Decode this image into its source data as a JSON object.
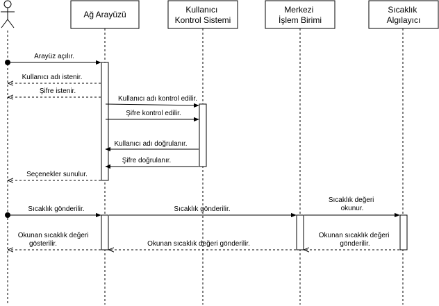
{
  "participants": [
    {
      "id": "actor",
      "label": ""
    },
    {
      "id": "web",
      "label": "Ağ Arayüzü"
    },
    {
      "id": "auth",
      "label": "Kullanıcı Kontrol Sistemi"
    },
    {
      "id": "cpu",
      "label": "Merkezi İşlem Birimi"
    },
    {
      "id": "sensor",
      "label": "Sıcaklık Algılayıcı"
    }
  ],
  "messages": [
    {
      "id": "m1",
      "text": "Arayüz açılır.",
      "from": "actor",
      "to": "web",
      "kind": "call"
    },
    {
      "id": "m2",
      "text": "Kullanıcı adı istenir.",
      "from": "web",
      "to": "actor",
      "kind": "return"
    },
    {
      "id": "m3",
      "text": "Şifre istenir.",
      "from": "web",
      "to": "actor",
      "kind": "return"
    },
    {
      "id": "m4",
      "text": "Kullanıcı adı kontrol edilir.",
      "from": "web",
      "to": "auth",
      "kind": "call"
    },
    {
      "id": "m5",
      "text": "Şifre kontrol edilir.",
      "from": "web",
      "to": "auth",
      "kind": "call"
    },
    {
      "id": "m6",
      "text": "Kullanıcı adı doğrulanır.",
      "from": "auth",
      "to": "web",
      "kind": "call"
    },
    {
      "id": "m7",
      "text": "Şifre doğrulanır.",
      "from": "auth",
      "to": "web",
      "kind": "call"
    },
    {
      "id": "m8",
      "text": "Seçenekler sunulur.",
      "from": "web",
      "to": "actor",
      "kind": "return"
    },
    {
      "id": "m9",
      "text": "Sıcaklık gönderilir.",
      "from": "actor",
      "to": "web",
      "kind": "call"
    },
    {
      "id": "m10",
      "text": "Sıcaklık gönderilir.",
      "from": "web",
      "to": "cpu",
      "kind": "call"
    },
    {
      "id": "m11",
      "text": "Sıcaklık değeri okunur.",
      "from": "cpu",
      "to": "sensor",
      "kind": "call"
    },
    {
      "id": "m12",
      "text": "Okunan sıcaklık değeri gönderilir.",
      "from": "sensor",
      "to": "cpu",
      "kind": "return"
    },
    {
      "id": "m13",
      "text": "Okunan sıcaklık değeri gönderilir.",
      "from": "cpu",
      "to": "web",
      "kind": "return"
    },
    {
      "id": "m14",
      "text": "Okunan sıcaklık değeri gösterilir.",
      "from": "web",
      "to": "actor",
      "kind": "return"
    }
  ]
}
